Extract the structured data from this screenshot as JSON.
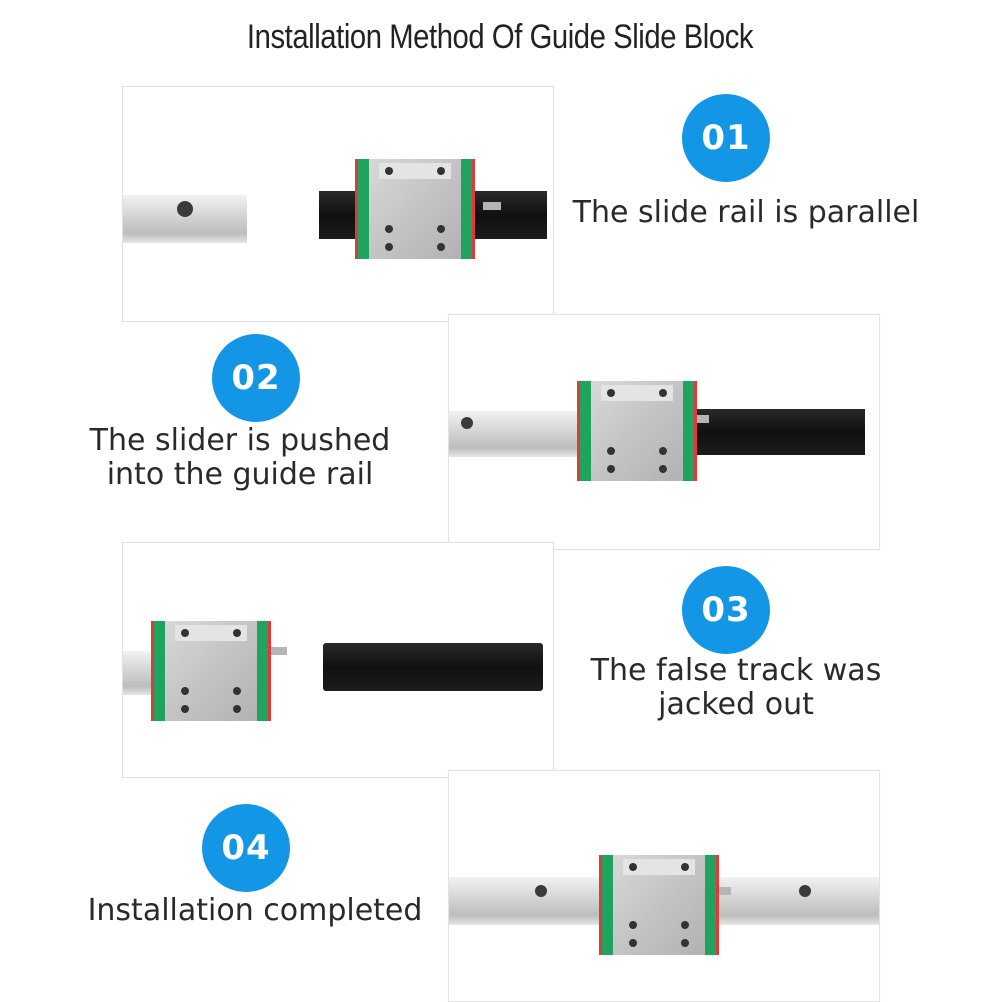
{
  "title": "Installation Method Of Guide Slide Block",
  "colors": {
    "badge": "#1496e6",
    "seal_green": "#1fa35f",
    "seal_red": "#e23a3a",
    "rail_black": "#141414",
    "steel": "#cfcfcf"
  },
  "steps": [
    {
      "number": "01",
      "lines": [
        "The slide rail is parallel"
      ]
    },
    {
      "number": "02",
      "lines": [
        "The slider is pushed",
        "into the guide rail"
      ]
    },
    {
      "number": "03",
      "lines": [
        "The false track was",
        "jacked out"
      ]
    },
    {
      "number": "04",
      "lines": [
        "Installation completed"
      ]
    }
  ]
}
